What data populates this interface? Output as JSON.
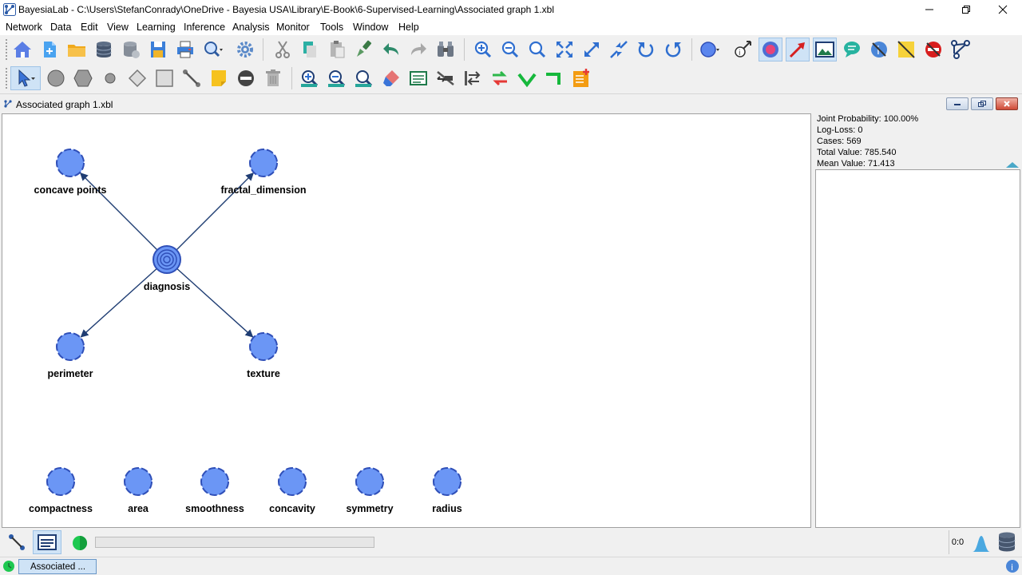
{
  "window": {
    "title": "BayesiaLab - C:\\Users\\StefanConrady\\OneDrive - Bayesia USA\\Library\\E-Book\\6-Supervised-Learning\\Associated graph 1.xbl"
  },
  "menu": [
    "Network",
    "Data",
    "Edit",
    "View",
    "Learning",
    "Inference",
    "Analysis",
    "Monitor",
    "Tools",
    "Window",
    "Help"
  ],
  "graph_window": {
    "title": "Associated graph 1.xbl"
  },
  "graph": {
    "nodes": [
      {
        "id": "diagnosis",
        "label": "diagnosis",
        "target": true
      },
      {
        "id": "concave_points",
        "label": "concave points"
      },
      {
        "id": "fractal_dimension",
        "label": "fractal_dimension"
      },
      {
        "id": "perimeter",
        "label": "perimeter"
      },
      {
        "id": "texture",
        "label": "texture"
      },
      {
        "id": "compactness",
        "label": "compactness"
      },
      {
        "id": "area",
        "label": "area"
      },
      {
        "id": "smoothness",
        "label": "smoothness"
      },
      {
        "id": "concavity",
        "label": "concavity"
      },
      {
        "id": "symmetry",
        "label": "symmetry"
      },
      {
        "id": "radius",
        "label": "radius"
      }
    ],
    "arcs": [
      {
        "from": "diagnosis",
        "to": "concave_points"
      },
      {
        "from": "diagnosis",
        "to": "fractal_dimension"
      },
      {
        "from": "diagnosis",
        "to": "perimeter"
      },
      {
        "from": "diagnosis",
        "to": "texture"
      }
    ],
    "colors": {
      "node_fill": "#6b96f5",
      "node_stroke": "#2f4fb8",
      "arc": "#1f3d73"
    }
  },
  "info_panel": {
    "joint_probability": "Joint Probability: 100.00%",
    "log_loss": "Log-Loss: 0",
    "cases": "Cases: 569",
    "total_value": "Total Value: 785.540",
    "mean_value": "Mean Value: 71.413"
  },
  "statusbar": {
    "counter": "0:0"
  },
  "taskbar": {
    "window_label": "Associated ..."
  }
}
